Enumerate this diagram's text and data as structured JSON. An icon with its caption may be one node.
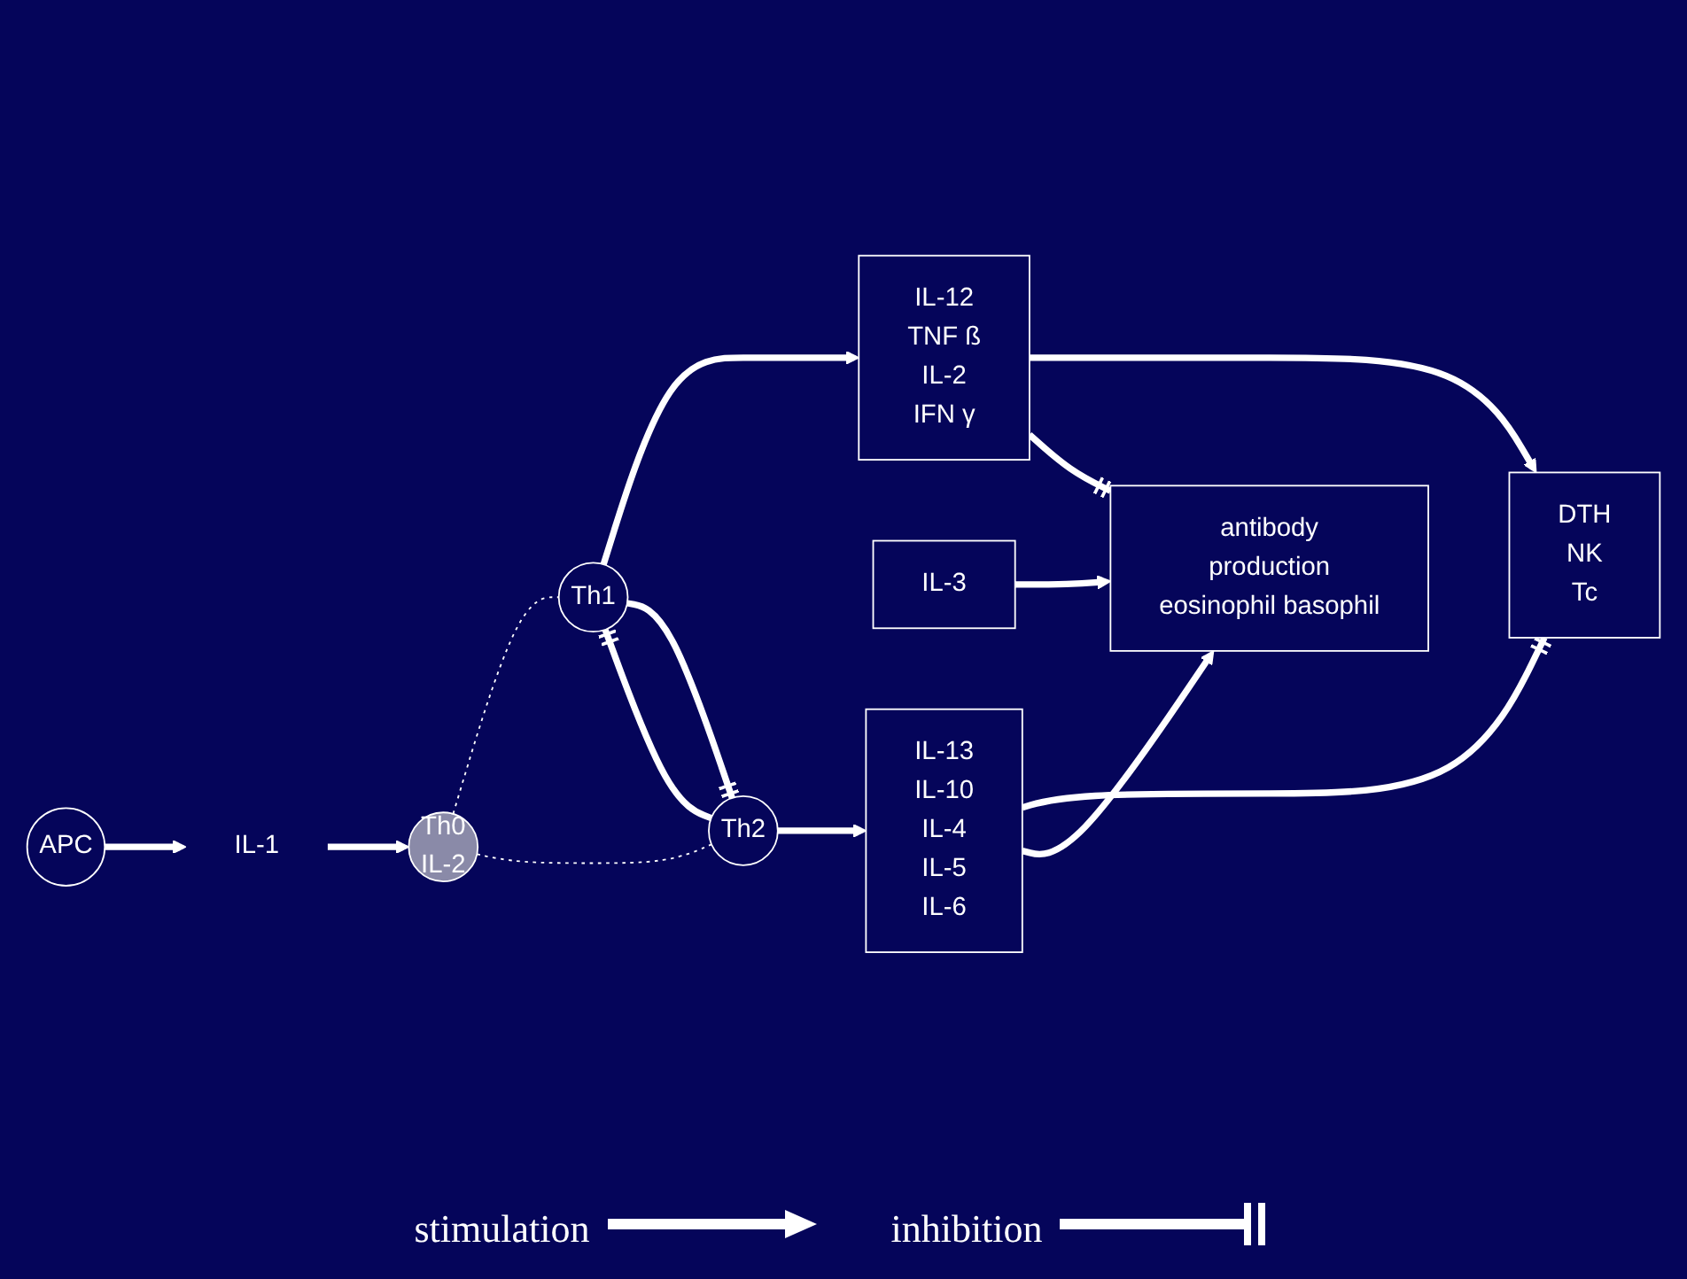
{
  "diagram": {
    "nodes": [
      {
        "text": [
          "APC"
        ]
      },
      {
        "text": [
          "IL-1"
        ]
      },
      {
        "text": [
          "Th0",
          "IL-2"
        ]
      },
      {
        "text": [
          "Th1"
        ]
      },
      {
        "text": [
          "Th2"
        ]
      },
      {
        "text": [
          "IL-12",
          "TNF ß",
          "IL-2",
          "IFN γ"
        ]
      },
      {
        "text": [
          "IL-3"
        ]
      },
      {
        "text": [
          "IL-13",
          "IL-10",
          "IL-4",
          "IL-5",
          "IL-6"
        ]
      },
      {
        "text": [
          "DTH",
          "NK",
          "Tc"
        ]
      },
      {
        "text": [
          "antibody",
          "production",
          "eosinophil basophil"
        ]
      }
    ],
    "edges": [
      {
        "from": 0,
        "to": 1,
        "arrow": "to"
      },
      {
        "from": 1,
        "to": 2,
        "arrow": "to"
      },
      {
        "from": 2,
        "to": 3,
        "arrow": "none",
        "style": "dashed"
      },
      {
        "from": 2,
        "to": 4,
        "arrow": "none",
        "style": "dashed"
      },
      {
        "from": 3,
        "to": 5,
        "arrow": "to"
      },
      {
        "from": 4,
        "to": 7,
        "arrow": "to"
      },
      {
        "from": 4,
        "to": 3,
        "arrow": "other"
      },
      {
        "from": 3,
        "to": 4,
        "arrow": "other"
      },
      {
        "from": 5,
        "to": 8,
        "arrow": "to"
      },
      {
        "from": 6,
        "to": 9,
        "arrow": "to"
      },
      {
        "from": 5,
        "to": 9,
        "arrow": "other"
      },
      {
        "from": 7,
        "to": 8,
        "arrow": "other"
      },
      {
        "from": 7,
        "to": 9,
        "arrow": "to"
      }
    ],
    "legend": [
      {
        "text": "stimulation"
      },
      {
        "text": "inhibition"
      }
    ]
  }
}
